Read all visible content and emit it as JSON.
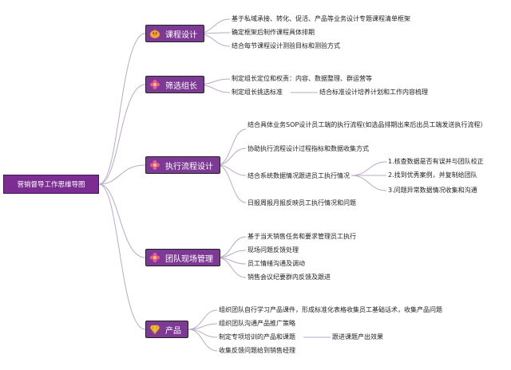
{
  "root": {
    "label": "营销督导工作思维导图"
  },
  "branches": [
    {
      "label": "课程设计",
      "icon": "pumpkin-icon",
      "items": [
        "基于私域承接、转化、促活、产品等业务设计专题课程清单框架",
        "确定框架后制作课程具体排期",
        "结合每节课程设计测验目标和测验方式"
      ]
    },
    {
      "label": "筛选组长",
      "icon": "flower-icon",
      "items": [
        "制定组长定位和权责：内容、数据整理、群运营等",
        "制定组长挑选标准"
      ],
      "sub": "结合标准设计培养计划和工作内容梳理"
    },
    {
      "label": "执行流程设计",
      "icon": "flower-icon",
      "items": [
        "结合具体业务SOP设计员工端的执行流程(如选品排期出来后出员工端发送执行流程）",
        "协助执行流程设计过程指标和数据收集方式",
        "结合系统数据情况跟进员工执行情况",
        "日报周报月报反映员工执行情况和问题"
      ],
      "subs": [
        "1.核查数据是否有误并与团队校正",
        "2.找到优秀案例，并复制给团队",
        "3.问题异常数据情况收集和沟通"
      ]
    },
    {
      "label": "团队现场管理",
      "icon": "flower-icon",
      "items": [
        "基于当天销售任务和要求管理员工执行",
        "现场问题反馈处理",
        "员工情绪沟通及调动",
        "销售会议纪要群内反馈及跟进"
      ]
    },
    {
      "label": "产品",
      "icon": "gem-icon",
      "items": [
        "组织团队自行学习产品课件，形成标准化表格收集员工基础话术，收集产品问题",
        "组织团队沟通产品推广策略",
        "制定专项培训的产品和课题",
        "收集反馈问题给到销售经理"
      ],
      "sub": "跟进课题产出效果"
    }
  ],
  "colors": {
    "branch_fill": "#7d3a94",
    "root_fill": "#7b2d92",
    "line": "#b9a9c8"
  }
}
